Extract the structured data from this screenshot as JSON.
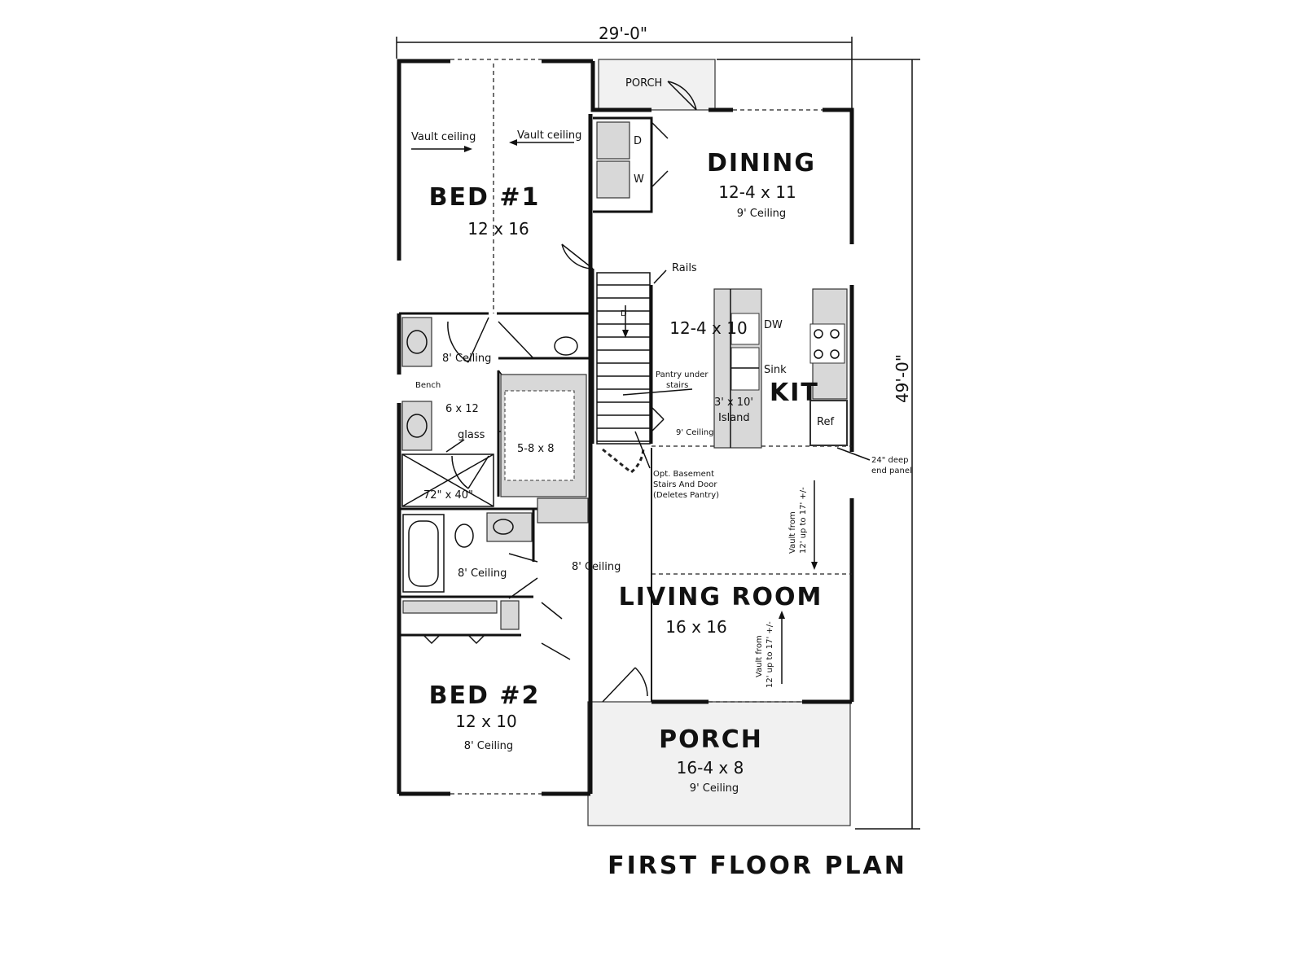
{
  "plan": {
    "title": "FIRST FLOOR PLAN",
    "width_dimension": "29'-0\"",
    "depth_dimension": "49'-0\"",
    "rooms": {
      "porch_rear": {
        "name": "PORCH"
      },
      "bed1": {
        "name": "BED #1",
        "size": "12 x 16",
        "note_left": "Vault ceiling",
        "note_right": "Vault ceiling"
      },
      "dining": {
        "name": "DINING",
        "size": "12-4 x 11",
        "ceiling": "9' Ceiling"
      },
      "kitchen": {
        "name": "KIT",
        "size": "12-4 x 10",
        "ceiling": "9' Ceiling",
        "dw": "DW",
        "sink": "Sink",
        "island": "3' x 10'",
        "island_label": "Island",
        "ref": "Ref"
      },
      "master_bath": {
        "size": "6 x 12",
        "ceiling": "8' Ceiling",
        "bench": "Bench",
        "glass": "glass",
        "shower": "72\" x 40\""
      },
      "closet": {
        "size": "5-8 x 8"
      },
      "bath2": {
        "ceiling": "8' Ceiling"
      },
      "hall": {
        "ceiling": "8' Ceiling"
      },
      "living": {
        "name": "LIVING ROOM",
        "size": "16 x 16",
        "vault_line1": "Vault from",
        "vault_line2": "12' up to 17' +/-"
      },
      "bed2": {
        "name": "BED #2",
        "size": "12 x 10",
        "ceiling": "8' Ceiling"
      },
      "porch_front": {
        "name": "PORCH",
        "size": "16-4 x 8",
        "ceiling": "9' Ceiling"
      }
    },
    "annotations": {
      "rails": "Rails",
      "pantry_line1": "Pantry under",
      "pantry_line2": "stairs",
      "basement_line1": "Opt. Basement",
      "basement_line2": "Stairs And Door",
      "basement_line3": "(Deletes Pantry)",
      "panel_line1": "24\" deep",
      "panel_line2": "end panel",
      "dryer": "D",
      "washer": "W",
      "stair_dir": "D"
    }
  }
}
